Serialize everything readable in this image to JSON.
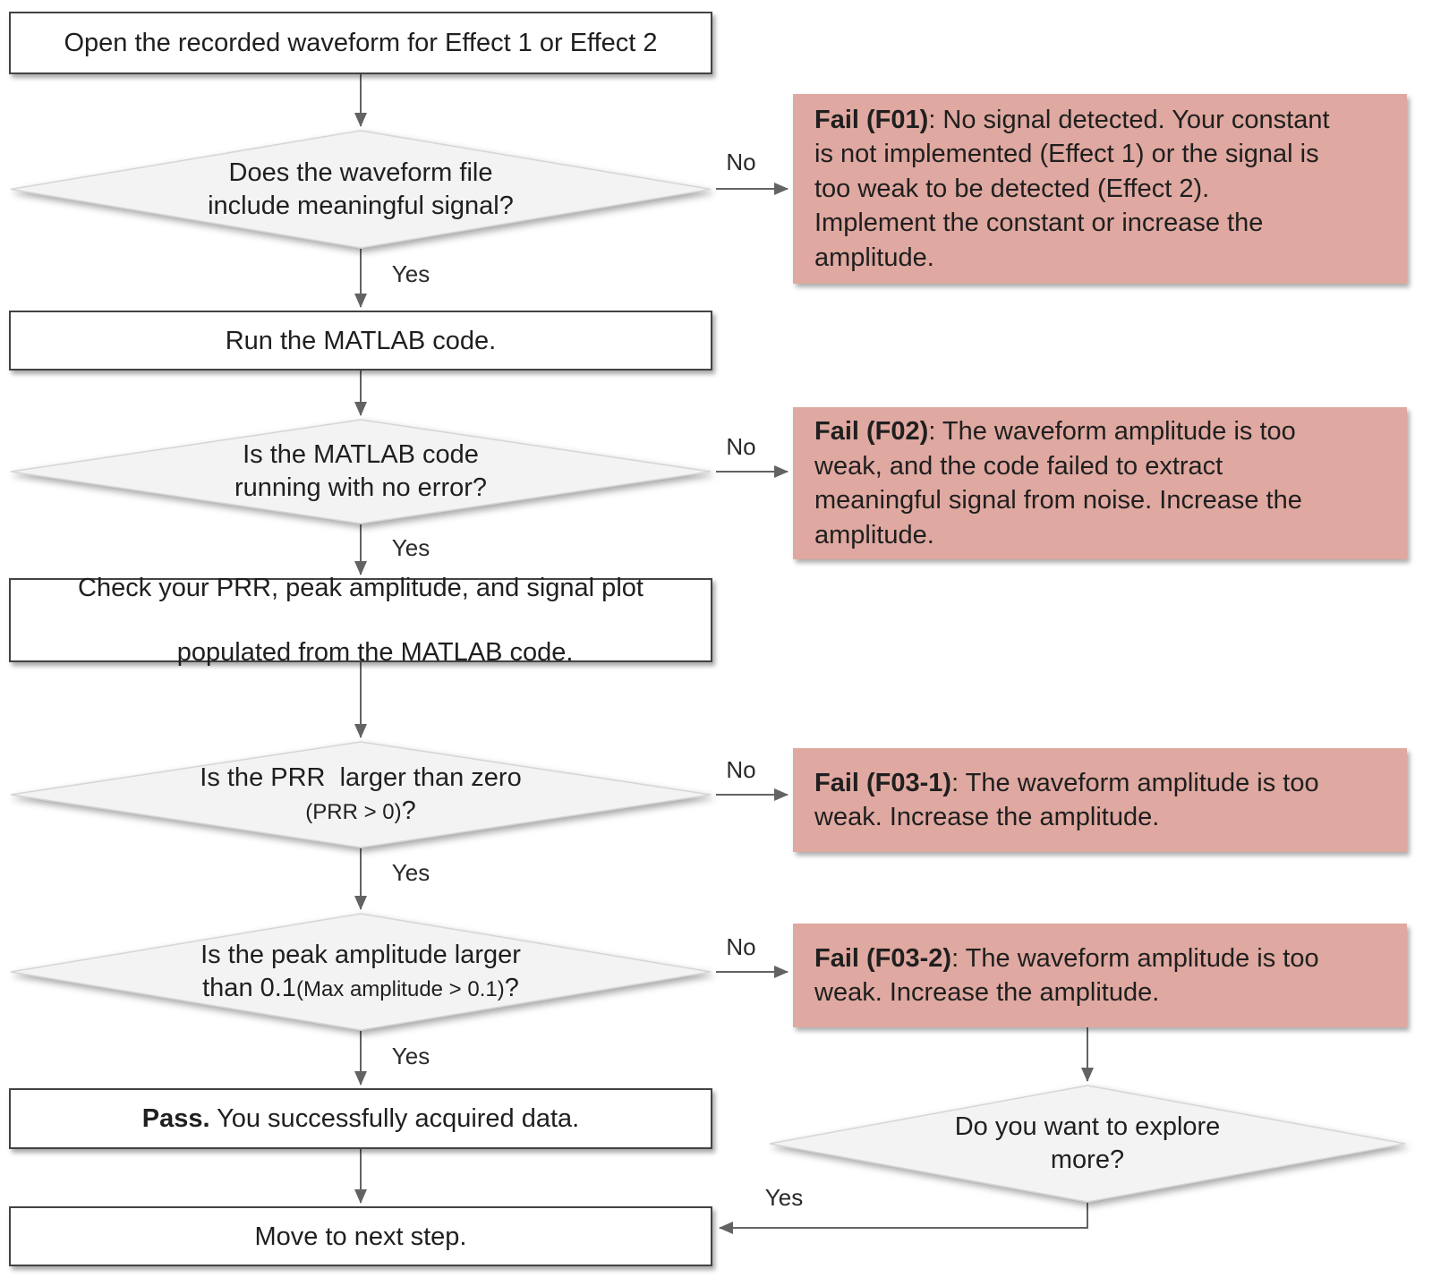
{
  "flow": {
    "start": {
      "label": "Open the recorded waveform for Effect 1 or Effect 2"
    },
    "d1": {
      "line1": "Does the waveform file",
      "line2": "include meaningful signal?"
    },
    "f01": {
      "bold": "Fail (F01)",
      "rest": ": No signal detected. Your constant\nis not implemented (Effect 1) or the signal is\ntoo weak to be detected (Effect 2).\nImplement the constant or increase the\namplitude."
    },
    "run": {
      "label": "Run the MATLAB code."
    },
    "d2": {
      "line1": "Is the MATLAB code",
      "line2": "running with no error?"
    },
    "f02": {
      "bold": "Fail (F02)",
      "rest": ": The waveform amplitude is too\nweak, and the code failed to extract\nmeaningful signal from noise. Increase the\namplitude."
    },
    "check": {
      "line1": "Check your PRR, peak amplitude, and signal plot",
      "line2": "populated from the MATLAB code."
    },
    "d3": {
      "line1": "Is the PRR  larger than zero",
      "line2_small": "(PRR > 0)",
      "line2_end": "?"
    },
    "f03_1": {
      "bold": "Fail (F03-1)",
      "rest": ": The waveform amplitude is too\nweak. Increase the amplitude."
    },
    "d4": {
      "line1": "Is the peak amplitude larger",
      "line2_start": "than 0.1",
      "line2_small": "(Max amplitude > 0.1)",
      "line2_end": "?"
    },
    "f03_2": {
      "bold": "Fail (F03-2)",
      "rest": ": The waveform amplitude is too\nweak. Increase the amplitude."
    },
    "pass": {
      "bold": "Pass.",
      "rest": " You successfully acquired data."
    },
    "d5": {
      "line1": "Do you want to explore",
      "line2": "more?"
    },
    "move": {
      "label": "Move to next step."
    }
  },
  "labels": {
    "yes": "Yes",
    "no": "No"
  },
  "colors": {
    "fail_bg": "#dfa8a0",
    "diamond_bg": "#f3f3f3",
    "box_bg": "#ffffff",
    "arrow": "#636363"
  }
}
